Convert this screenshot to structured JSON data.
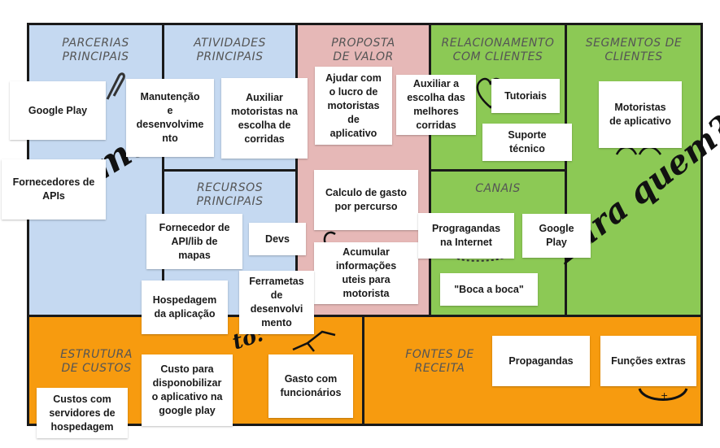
{
  "colors": {
    "blue": "#c5d9f1",
    "pink": "#e6b8b7",
    "green": "#8cc955",
    "orange": "#f79b0f",
    "border": "#1a1a1a",
    "title": "#555555"
  },
  "blocks": {
    "parcerias": "PARCERIAS\nPRINCIPAIS",
    "atividades": "ATIVIDADES\nPRINCIPAIS",
    "proposta": "PROPOSTA\nDE VALOR",
    "relacionamento": "RELACIONAMENTO\nCOM CLIENTES",
    "segmentos": "SEGMENTOS DE\nCLIENTES",
    "recursos": "RECURSOS\nPRINCIPAIS",
    "canais": "CANAIS",
    "estrutura": "ESTRUTURA\nDE CUSTOS",
    "fontes": "FONTES DE\nRECEITA"
  },
  "handwriting": {
    "como": "Como?",
    "para_quem": "Para quem?",
    "custo_fragment": "to:"
  },
  "notes": {
    "google_play_parceria": "Google Play",
    "fornecedores_apis": "Fornecedores de\nAPIs",
    "manutencao": "Manutenção\ne\ndesenvolvime\nnto",
    "auxiliar_motoristas": "Auxiliar\nmotoristas na\nescolha de\ncorridas",
    "ajudar_lucro": "Ajudar com\no lucro de\nmotoristas\nde\naplicativo",
    "auxiliar_escolha": "Auxiliar a\nescolha das\nmelhores\ncorridas",
    "tutoriais": "Tutoriais",
    "suporte_tecnico": "Suporte\ntécnico",
    "motoristas_aplicativo": "Motoristas\nde aplicativo",
    "calculo_gasto": "Calculo de gasto\npor percurso",
    "fornecedor_api": "Fornecedor de\nAPI/lib de\nmapas",
    "devs": "Devs",
    "acumular_informacoes": "Acumular\ninformações\nuteis para\nmotorista",
    "propagandas_internet": "Progragandas\nna Internet",
    "google_play_canal": "Google\nPlay",
    "boca_a_boca": "\"Boca a boca\"",
    "hospedagem": "Hospedagem\nda aplicação",
    "ferramentas": "Ferrametas\nde\ndesenvolvi\nmento",
    "custo_google_play": "Custo para\ndisponobilizar\no aplicativo na\ngoogle play",
    "gasto_funcionarios": "Gasto com\nfuncionários",
    "custos_servidores": "Custos com\nservidores de\nhospedagem",
    "propagandas": "Propagandas",
    "funcoes_extras": "Funções extras"
  }
}
